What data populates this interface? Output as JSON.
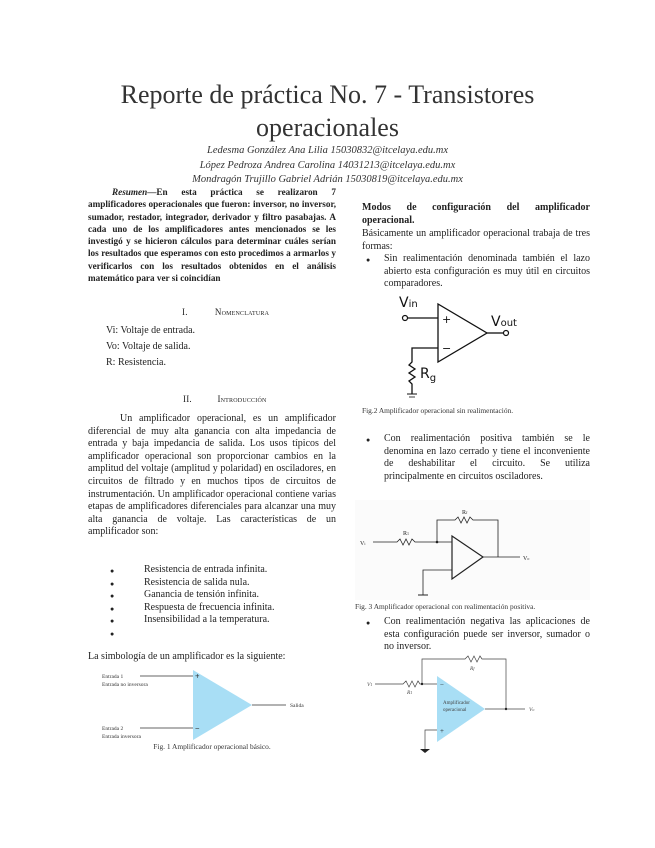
{
  "title_line1": "Reporte de práctica No. 7 - Transistores",
  "title_line2": "operacionales",
  "authors": [
    "Ledesma González Ana Lilia   15030832@itcelaya.edu.mx",
    "López Pedroza Andrea Carolina  14031213@itcelaya.edu.mx",
    "Mondragón Trujillo Gabriel Adrián  15030819@itcelaya.edu.mx"
  ],
  "abstract": {
    "label": "Resumen",
    "text": "—En esta práctica se realizaron 7 amplificadores operacionales que fueron: inversor, no inversor, sumador, restador, integrador, derivador y filtro pasabajas.  A cada uno de los amplificadores antes mencionados se les investigó y se hicieron cálculos para determinar cuáles serían los resultados que esperamos con esto procedimos a armarlos y verificarlos con los resultados obtenidos en el análisis matemático para ver si coincidían"
  },
  "section1": {
    "num": "I.",
    "title": "Nomenclatura"
  },
  "nomenclature": [
    "Vi: Voltaje de entrada.",
    "Vo: Voltaje de salida.",
    "R: Resistencia."
  ],
  "section2": {
    "num": "II.",
    "title": "Introducción"
  },
  "intro": "Un amplificador operacional, es un amplificador diferencial de muy alta ganancia con alta impedancia de entrada y baja impedancia de salida. Los usos típicos del amplificador operacional son proporcionar cambios  en la amplitud del voltaje (amplitud y polaridad) en osciladores, en circuitos de filtrado y en muchos tipos de circuitos de instrumentación. Un amplificador operacional contiene varias etapas de amplificadores diferenciales para alcanzar una muy alta ganancia de voltaje. Las características de un amplificador son:",
  "characteristics": [
    "Resistencia de entrada infinita.",
    "Resistencia de salida nula.",
    "Ganancia de tensión infinita.",
    "Respuesta de frecuencia infinita.",
    "Insensibilidad a la temperatura.",
    ""
  ],
  "symbol_intro": "La simbología de un amplificador es la siguiente:",
  "fig1": {
    "in1": "Entrada 1",
    "in1b": "Entrada no inversora",
    "in2": "Entrada 2",
    "in2b": "Entrada inversora",
    "out": "Salida",
    "plus": "+",
    "minus": "−",
    "caption": "Fig. 1 Amplificador operacional básico.",
    "fill": "#a8def5"
  },
  "modes_heading": "Modos de configuración del amplificador operacional.",
  "modes_intro": "Básicamente un amplificador operacional trabaja de tres formas:",
  "mode1": "Sin realimentación denominada también el lazo abierto esta configuración es muy útil en circuitos comparadores.",
  "fig2": {
    "vin": "V",
    "vin_sub": "in",
    "vout": "V",
    "vout_sub": "out",
    "rg": "R",
    "rg_sub": "g",
    "plus": "+",
    "minus": "−",
    "caption": "Fig.2 Amplificador operacional sin realimentación."
  },
  "mode2": "Con realimentación positiva también se le denomina en lazo cerrado y tiene el inconveniente de deshabilitar el circuito. Se utiliza principalmente en circuitos osciladores.",
  "fig3": {
    "vi": "V",
    "vi_sub": "i",
    "r1": "R",
    "r1_sub": "1",
    "rf": "R",
    "rf_sub": "f",
    "vo": "V",
    "vo_sub": "o",
    "caption": "Fig. 3  Amplificador operacional con realimentación positiva."
  },
  "mode3": "Con realimentación negativa las aplicaciones de esta configuración puede ser inversor, sumador o no inversor.",
  "fig4": {
    "v1": "V",
    "v1_sub": "1",
    "r1": "R",
    "r1_sub": "1",
    "rf": "R",
    "rf_sub": "f",
    "vo": "V",
    "vo_sub": "o",
    "label1": "Amplificador",
    "label2": "operacional",
    "plus": "+",
    "minus": "−",
    "fill": "#a8def5"
  }
}
